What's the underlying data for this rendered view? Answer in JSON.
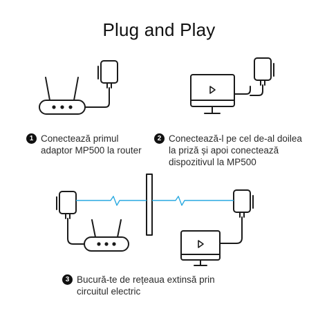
{
  "title": "Plug and Play",
  "steps": [
    {
      "number": "1",
      "text": "Conectează primul\nadaptor MP500 la router"
    },
    {
      "number": "2",
      "text": "Conectează-l pe cel de-al doilea\nla priză și apoi conectează\ndispozitivul la MP500"
    },
    {
      "number": "3",
      "text": "Bucură-te de rețeaua extinsă prin\ncircuitul electric"
    }
  ],
  "colors": {
    "line": "#1a1a1a",
    "signal": "#29a9e0"
  },
  "icons": [
    "router-icon",
    "powerline-adapter-icon",
    "monitor-play-icon",
    "wall-icon"
  ]
}
